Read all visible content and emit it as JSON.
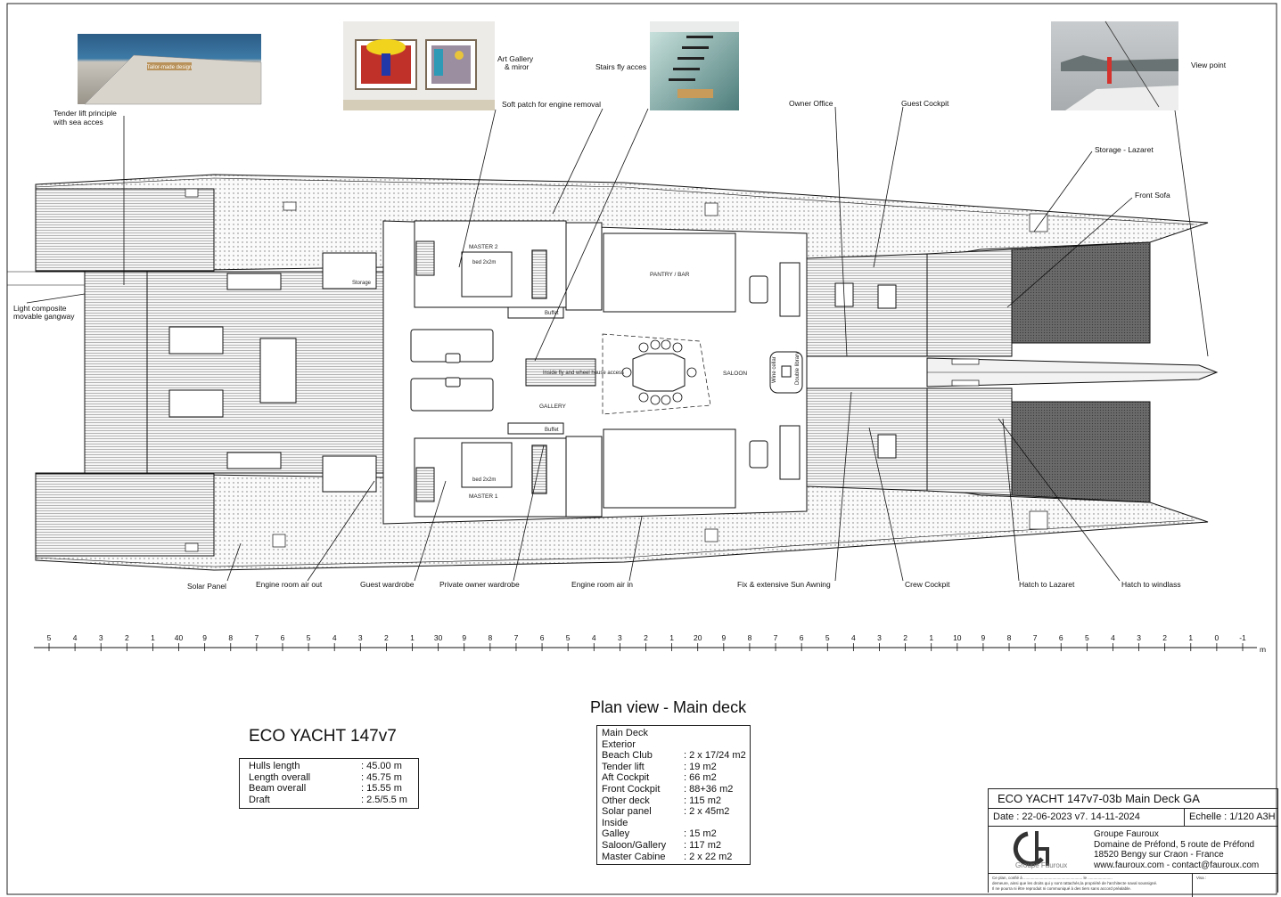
{
  "photos": {
    "tender_caption": "Tailor-made design"
  },
  "callouts_top": {
    "tender_lift": [
      "Tender lift principle",
      "with sea acces"
    ],
    "art_gallery": [
      "Art Gallery",
      "& miror"
    ],
    "stairs": "Stairs fly acces",
    "soft_patch": "Soft patch for engine removal",
    "owner_office": "Owner Office",
    "guest_cockpit": "Guest Cockpit",
    "view_point": "View point",
    "storage_lazaret": "Storage - Lazaret",
    "front_sofa": "Front Sofa",
    "gangway": [
      "Light composite",
      "movable gangway"
    ]
  },
  "callouts_bottom": {
    "solar_panel": "Solar Panel",
    "engine_air_out": "Engine room air out",
    "guest_wardrobe": "Guest wardrobe",
    "owner_wardrobe": "Private owner wardrobe",
    "engine_air_in": "Engine room air in",
    "sun_awning": "Fix & extensive Sun Awning",
    "crew_cockpit": "Crew Cockpit",
    "hatch_lazaret": "Hatch to Lazaret",
    "hatch_windlass": "Hatch to windlass"
  },
  "rooms": {
    "master2": "MASTER 2",
    "master1": "MASTER 1",
    "bed": "bed 2x2m",
    "storage": "Storage",
    "pantry": "PANTRY / BAR",
    "buffet": "Buffet",
    "saloon": "SALOON",
    "gallery": "GALLERY",
    "stairs_access": "Inside fly and wheel house access",
    "wine": "Wine cellar",
    "library": "Double library"
  },
  "scale": {
    "labels": [
      "5",
      "4",
      "3",
      "2",
      "1",
      "40",
      "9",
      "8",
      "7",
      "6",
      "5",
      "4",
      "3",
      "2",
      "1",
      "30",
      "9",
      "8",
      "7",
      "6",
      "5",
      "4",
      "3",
      "2",
      "1",
      "20",
      "9",
      "8",
      "7",
      "6",
      "5",
      "4",
      "3",
      "2",
      "1",
      "10",
      "9",
      "8",
      "7",
      "6",
      "5",
      "4",
      "3",
      "2",
      "1",
      "0",
      "-1"
    ],
    "unit": "m"
  },
  "plan_title": "Plan view - Main deck",
  "yacht": {
    "title": "ECO YACHT 147v7",
    "dims": [
      {
        "k": "Hulls length",
        "v": ": 45.00 m"
      },
      {
        "k": "Length overall",
        "v": ": 45.75 m"
      },
      {
        "k": "Beam overall",
        "v": ": 15.55 m"
      },
      {
        "k": "Draft",
        "v": ": 2.5/5.5 m"
      }
    ]
  },
  "areas": [
    {
      "k": "Main Deck",
      "v": ""
    },
    {
      "k": "Exterior",
      "v": ""
    },
    {
      "k": "Beach Club",
      "v": ": 2 x 17/24 m2"
    },
    {
      "k": "Tender lift",
      "v": ": 19 m2"
    },
    {
      "k": "Aft Cockpit",
      "v": ": 66 m2"
    },
    {
      "k": "Front Cockpit",
      "v": ": 88+36 m2"
    },
    {
      "k": "Other deck",
      "v": ": 115 m2"
    },
    {
      "k": "Solar panel",
      "v": ": 2 x 45m2"
    },
    {
      "k": "Inside",
      "v": ""
    },
    {
      "k": "Galley",
      "v": ": 15 m2"
    },
    {
      "k": "Saloon/Gallery",
      "v": ": 117 m2"
    },
    {
      "k": "Master Cabine",
      "v": ": 2 x 22 m2"
    }
  ],
  "title_block": {
    "title": "ECO YACHT 147v7-03b  Main Deck GA",
    "date": "Date :  22-06-2023     v7. 14-11-2024",
    "scale": "Echelle :  1/120 A3H",
    "logo_text": "Groupe Fauroux",
    "address": [
      "Groupe Fauroux",
      "Domaine de Préfond, 5 route de Préfond",
      "18520 Bengy sur Craon - France",
      "www.fauroux.com - contact@fauroux.com"
    ],
    "disclaimer": [
      "Ce plan, confié à ..................................................... le ......................",
      "demeure, ainsi que les droits qui y sont rattachés,la propriété de l'architecte naval soussigné.",
      "Il ne pourra ni être reproduit ni communiqué à des tiers sans accord préalable."
    ],
    "visa": "Visa :"
  },
  "colors": {
    "line": "#111111",
    "net": "#555555",
    "deck": "#f3f3f3"
  }
}
